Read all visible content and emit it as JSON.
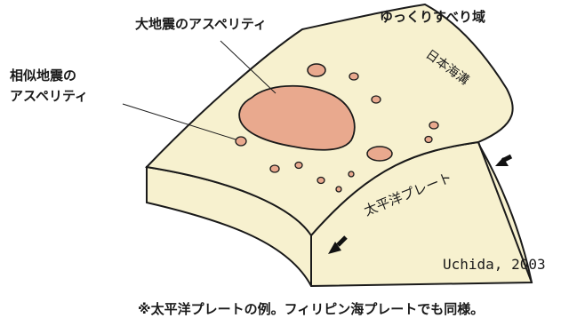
{
  "labels": {
    "large_asperity": "大地震のアスペリティ",
    "similar_asperity_line1": "相似地震の",
    "similar_asperity_line2": "アスペリティ",
    "slow_slip_zone": "ゆっくりすべり域",
    "japan_trench": "日本海溝",
    "pacific_plate": "太平洋プレート"
  },
  "citation": "Uchida, 2003",
  "footnote": "※太平洋プレートの例。フィリピン海プレートでも同様。",
  "colors": {
    "plate_fill": "#f7f1cf",
    "asperity_fill": "#e9a98e",
    "outline": "#1a1a1a"
  },
  "icons": {
    "plate_motion_arrows": "arrow-left-icon"
  }
}
